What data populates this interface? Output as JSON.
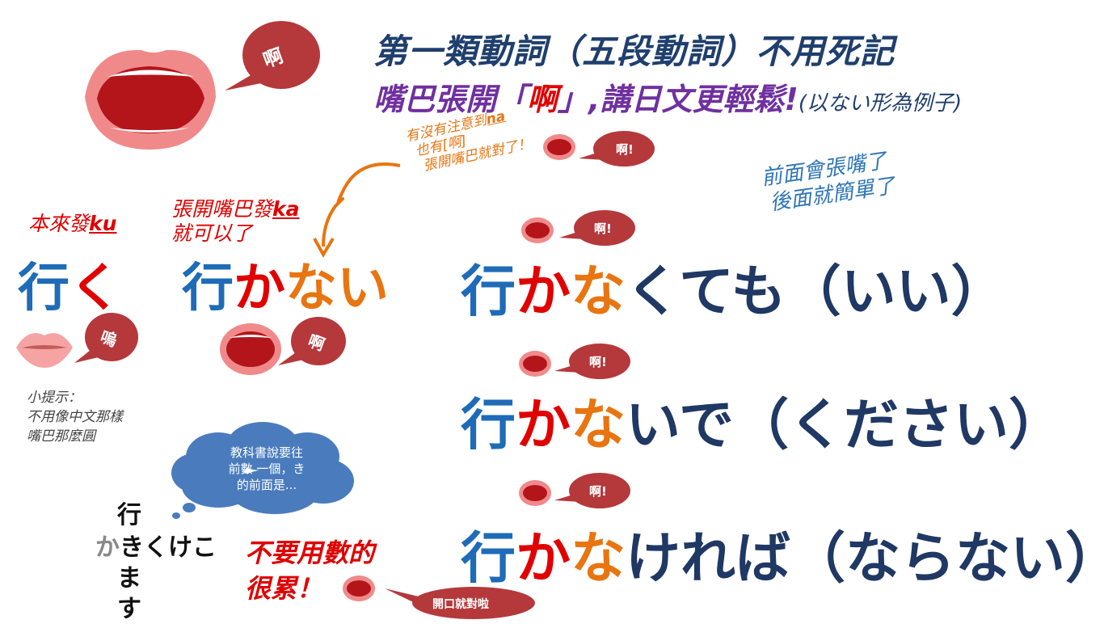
{
  "title": {
    "line1": "第一類動詞（五段動詞）不用死記",
    "line2_a": "嘴巴張開「",
    "line2_red": "啊",
    "line2_b": "」,講日文更輕鬆!",
    "line2_small": "(以ない形為例子)"
  },
  "bubbles": {
    "big_mouth": "啊",
    "u_mouth": "嗚",
    "a_mouth": "啊",
    "na_hint": "啊!",
    "row1": "啊!",
    "row2": "啊!",
    "row3": "啊!",
    "bottom": "開口就對啦"
  },
  "notes": {
    "ku_pre": "本來發",
    "ku_u": "ku",
    "ka_line1_pre": "張開嘴巴發",
    "ka_line1_u": "ka",
    "ka_line2": "就可以了",
    "na_line1_pre": "有沒有注意到",
    "na_line1_u": "na",
    "na_line2": "也有[啊]",
    "na_line3": "張開嘴巴就對了！",
    "front_line1": "前面會張嘴了",
    "front_line2": "後面就簡單了",
    "tip_line1": "小提示：",
    "tip_line2": "不用像中文那樣",
    "tip_line3": "嘴巴那麼圓",
    "cloud_line1": "教科書說要往",
    "cloud_line2": "前數 一個，き",
    "cloud_line3": "的前面是...",
    "tired_line1": "不要用數的",
    "tired_line2": "很累！"
  },
  "words": {
    "iku": {
      "a": "行",
      "b": "く"
    },
    "ikanai": {
      "a": "行",
      "b": "か",
      "c": "ない"
    },
    "row1": {
      "a": "行",
      "b": "か",
      "c": "な",
      "d": "くても（いい）"
    },
    "row2": {
      "a": "行",
      "b": "か",
      "c": "な",
      "d": "いで（ください）"
    },
    "row3": {
      "a": "行",
      "b": "か",
      "c": "な",
      "d": "ければ（ならない）"
    }
  },
  "conjugation": {
    "top": "行",
    "row_ka": "か",
    "row_rest": "きくけこ",
    "row3": "ま",
    "row4": "す"
  },
  "colors": {
    "blue": "#1e6bb8",
    "red": "#e00000",
    "orange": "#e87510",
    "navy": "#1f3864",
    "purple": "#7030a0",
    "bubble": "#b5383b",
    "cloud": "#4a7bbd"
  }
}
